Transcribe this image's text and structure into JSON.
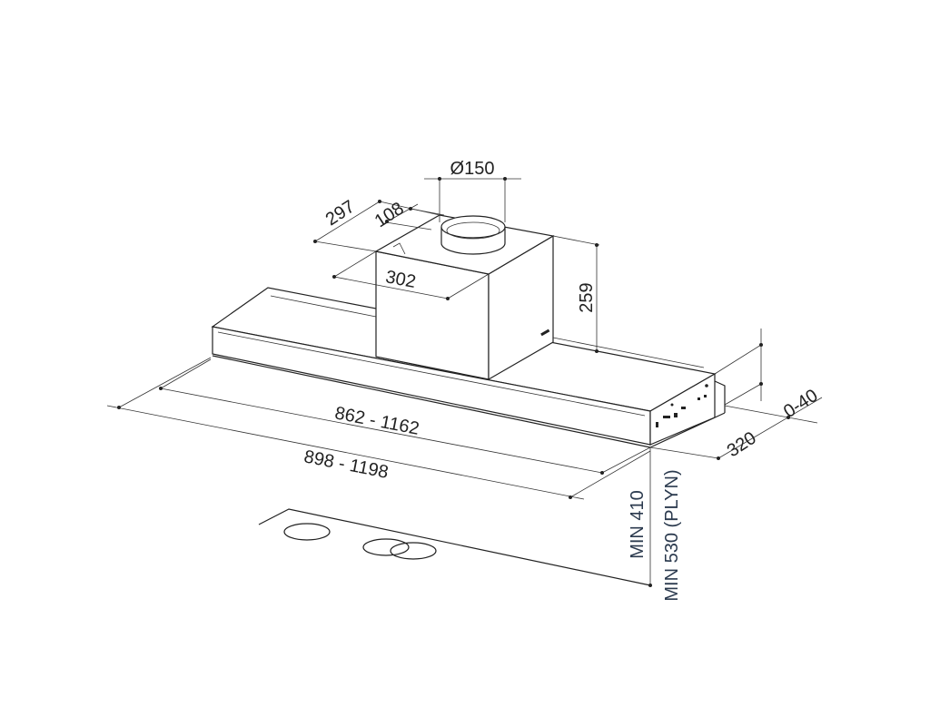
{
  "dimensions": {
    "duct_diameter": "Ø150",
    "depth_297": "297",
    "offset_108": "108",
    "width_302": "302",
    "height_259": "259",
    "width_range_inner": "862 - 1162",
    "width_range_outer": "898 - 1198",
    "depth_320": "320",
    "adjust_0_40": "0-40",
    "min_410": "MIN 410",
    "min_530_gas": "MIN 530 (PLYN)"
  }
}
